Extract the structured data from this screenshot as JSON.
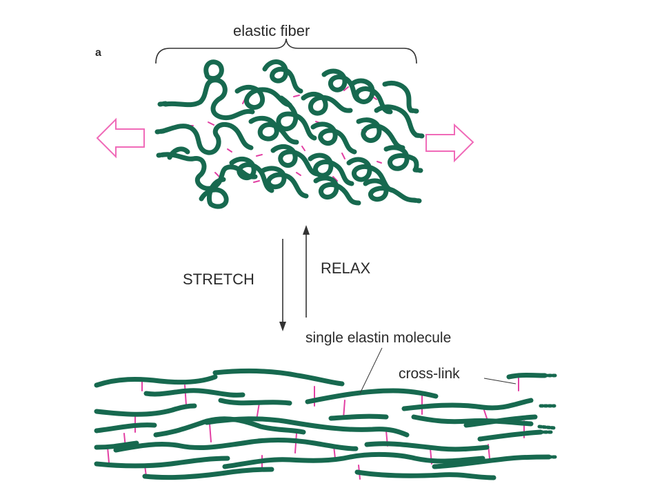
{
  "labels": {
    "elastic_fiber": "elastic fiber",
    "stretch": "STRETCH",
    "relax": "RELAX",
    "single_elastin_molecule": "single elastin molecule",
    "cross_link": "cross-link",
    "panel_letter": "a"
  },
  "colors": {
    "fiber": "#17694f",
    "crosslink": "#e23fa3",
    "arrow_outline": "#f06ab8",
    "text": "#2a2a2a",
    "background": "#ffffff"
  },
  "icons": {
    "left_arrow": "hollow-left-arrow-icon",
    "right_arrow": "hollow-right-arrow-icon",
    "stretch_arrow": "down-arrow-icon",
    "relax_arrow": "up-arrow-icon"
  }
}
